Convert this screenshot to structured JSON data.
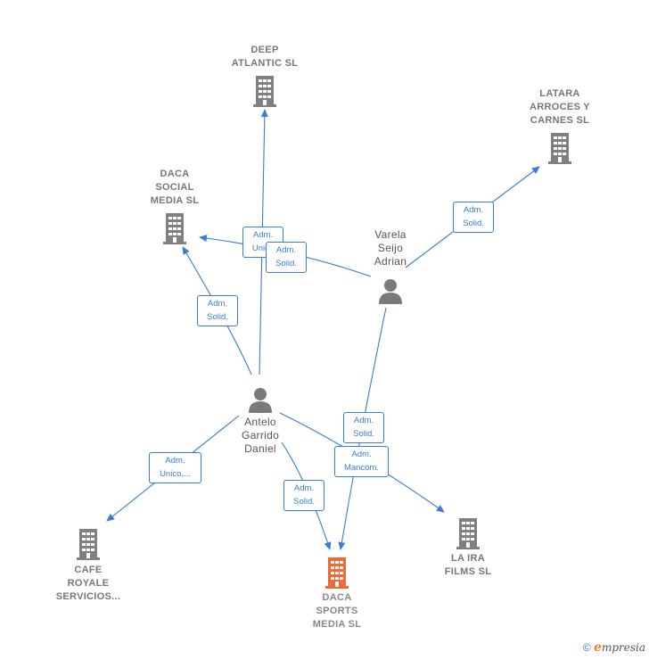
{
  "companies": {
    "deep_atlantic": "DEEP\nATLANTIC SL",
    "latara": "LATARA\nARROCES Y\nCARNES  SL",
    "daca_social": "DACA\nSOCIAL\nMEDIA  SL",
    "cafe_royale": "CAFE\nROYALE\nSERVICIOS...",
    "daca_sports": "DACA\nSPORTS\nMEDIA  SL",
    "la_ira": "LA IRA\nFILMS  SL"
  },
  "persons": {
    "varela": "Varela\nSeijo\nAdrian",
    "antelo": "Antelo\nGarrido\nDaniel"
  },
  "edge_labels": {
    "adm_unico_deep": "Adm.\nUnico",
    "adm_solid_varela_social": "Adm.\nSolid.",
    "adm_solid_varela_latara": "Adm.\nSolid.",
    "adm_solid_antelo_social": "Adm.\nSolid.",
    "adm_unico_cafe": "Adm.\nUnico,...",
    "adm_solid_antelo_sports": "Adm.\nSolid.",
    "adm_solid_varela_sports": "Adm.\nSolid.",
    "adm_mancom_la_ira": "Adm.\nMancom."
  },
  "watermark": {
    "copyright": "©",
    "brand_initial": "e",
    "brand_rest": "mpresia"
  },
  "colors": {
    "edge": "#3a7bd5",
    "company_icon": "#808080",
    "focus_icon": "#f06a35",
    "person_icon": "#7a7a7a"
  }
}
